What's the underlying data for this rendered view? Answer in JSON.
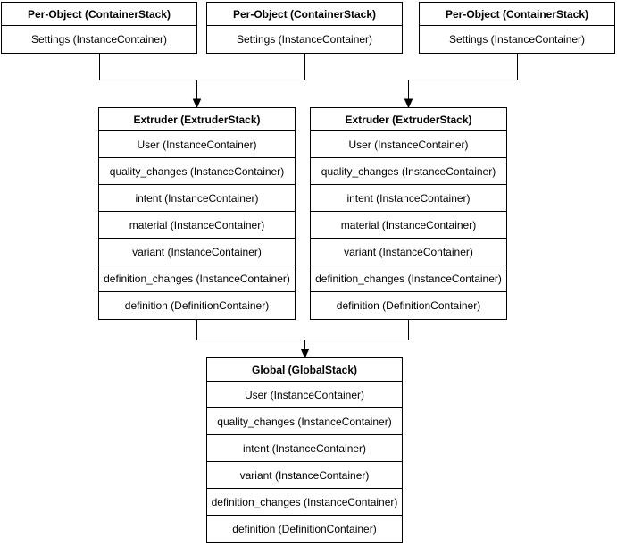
{
  "diagram": {
    "per_object_stacks": [
      {
        "title": "Per-Object (ContainerStack)",
        "rows": [
          "Settings (InstanceContainer)"
        ]
      },
      {
        "title": "Per-Object (ContainerStack)",
        "rows": [
          "Settings (InstanceContainer)"
        ]
      },
      {
        "title": "Per-Object (ContainerStack)",
        "rows": [
          "Settings (InstanceContainer)"
        ]
      }
    ],
    "extruder_stacks": [
      {
        "title": "Extruder (ExtruderStack)",
        "rows": [
          "User (InstanceContainer)",
          "quality_changes (InstanceContainer)",
          "intent (InstanceContainer)",
          "material (InstanceContainer)",
          "variant (InstanceContainer)",
          "definition_changes (InstanceContainer)",
          "definition (DefinitionContainer)"
        ]
      },
      {
        "title": "Extruder (ExtruderStack)",
        "rows": [
          "User (InstanceContainer)",
          "quality_changes (InstanceContainer)",
          "intent (InstanceContainer)",
          "material (InstanceContainer)",
          "variant (InstanceContainer)",
          "definition_changes (InstanceContainer)",
          "definition (DefinitionContainer)"
        ]
      }
    ],
    "global_stack": {
      "title": "Global (GlobalStack)",
      "rows": [
        "User (InstanceContainer)",
        "quality_changes (InstanceContainer)",
        "intent (InstanceContainer)",
        "variant (InstanceContainer)",
        "definition_changes (InstanceContainer)",
        "definition (DefinitionContainer)"
      ]
    }
  },
  "colors": {
    "border": "#000000",
    "fill": "#ffffff",
    "text": "#000000",
    "connector": "#000000"
  }
}
